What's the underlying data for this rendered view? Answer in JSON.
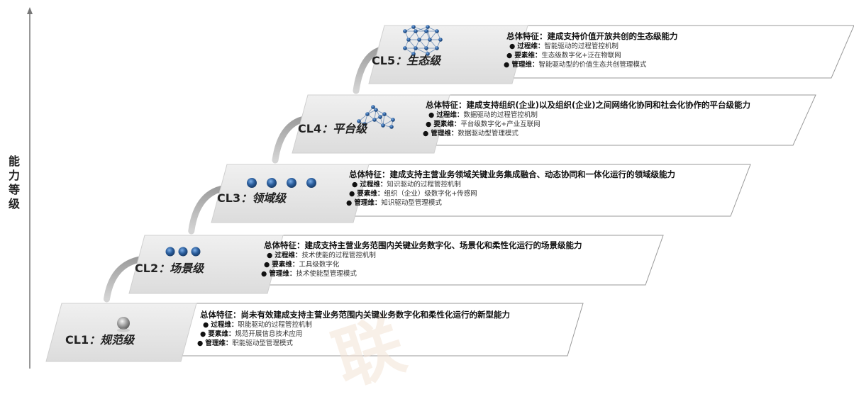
{
  "axis_label": "能力等级",
  "watermark": "联",
  "colors": {
    "step_fill": "#e6e6e6",
    "panel_stroke": "#9a9a9a",
    "icon_blue": "#2c5f9e",
    "arrow_gray": "#b0b0b0"
  },
  "levels": [
    {
      "code": "CL1",
      "name": "规范级",
      "icon": "single-sphere",
      "title": "总体特征：尚未有效建成支持主营业务范围内关键业务数字化和柔性化运行的新型能力",
      "rows": [
        {
          "k": "过程维：",
          "v": "职能驱动的过程管控机制"
        },
        {
          "k": "要素维：",
          "v": "规范开展信息技术应用"
        },
        {
          "k": "管理维：",
          "v": "职能驱动型管理模式"
        }
      ]
    },
    {
      "code": "CL2",
      "name": "场景级",
      "icon": "three-dots",
      "title": "总体特征：建成支持主营业务范围内关键业务数字化、场景化和柔性化运行的场景级能力",
      "rows": [
        {
          "k": "过程维：",
          "v": "技术使能的过程管控机制"
        },
        {
          "k": "要素维：",
          "v": "工具级数字化"
        },
        {
          "k": "管理维：",
          "v": "技术使能型管理模式"
        }
      ]
    },
    {
      "code": "CL3",
      "name": "领域级",
      "icon": "four-dots",
      "title": "总体特征：建成支持主营业务领域关键业务集成融合、动态协同和一体化运行的领域级能力",
      "rows": [
        {
          "k": "过程维：",
          "v": "知识驱动的过程管控机制"
        },
        {
          "k": "要素维：",
          "v": "组织（企业）级数字化+传感网"
        },
        {
          "k": "管理维：",
          "v": "知识驱动型管理模式"
        }
      ]
    },
    {
      "code": "CL4",
      "name": "平台级",
      "icon": "network-graph",
      "title": "总体特征：建成支持组织(企业)以及组织(企业)之间网络化协同和社会化协作的平台级能力",
      "rows": [
        {
          "k": "过程维：",
          "v": "数据驱动的过程管控机制"
        },
        {
          "k": "要素维：",
          "v": "平台级数字化+产业互联网"
        },
        {
          "k": "管理维：",
          "v": "数据驱动型管理模式"
        }
      ]
    },
    {
      "code": "CL5",
      "name": "生态级",
      "icon": "lattice-graph",
      "title": "总体特征：建成支持价值开放共创的生态级能力",
      "rows": [
        {
          "k": "过程维：",
          "v": "智能驱动的过程管控机制"
        },
        {
          "k": "要素维：",
          "v": "生态级数字化+泛在物联网"
        },
        {
          "k": "管理维：",
          "v": "智能驱动型的价值生态共创管理模式"
        }
      ]
    }
  ]
}
